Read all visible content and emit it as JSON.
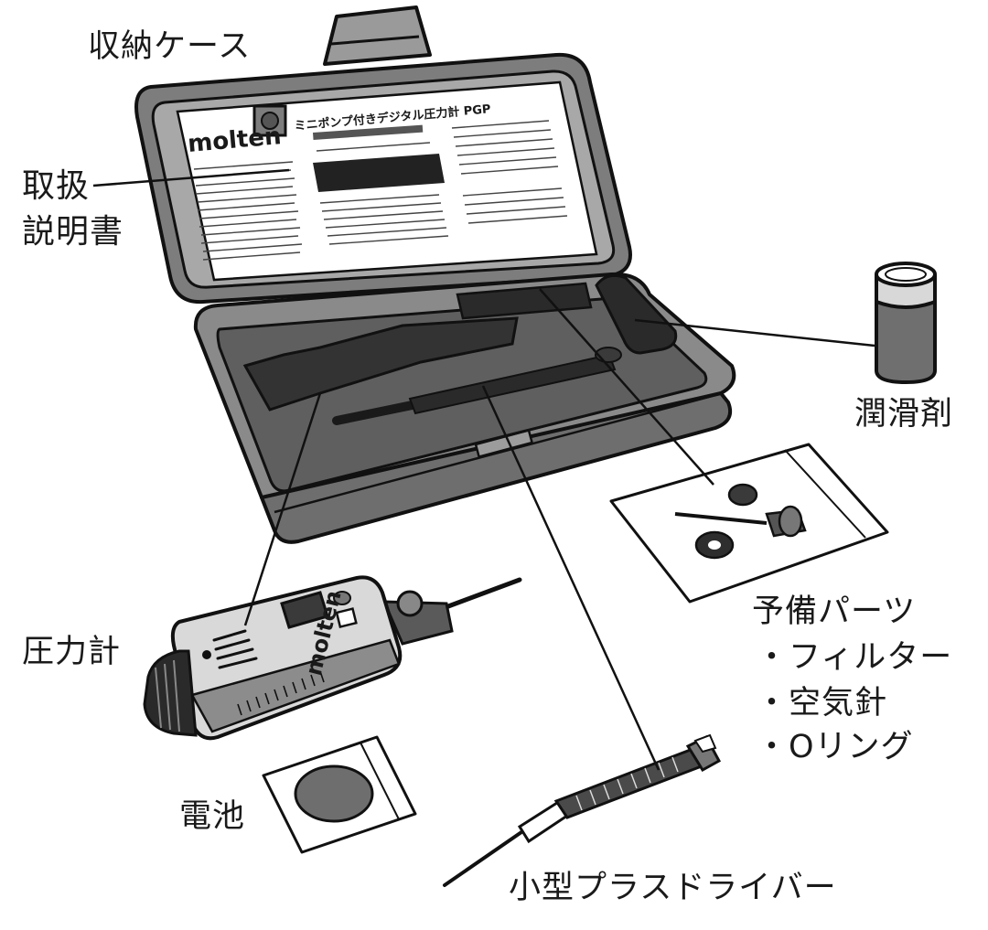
{
  "labels": {
    "storage_case": "収納ケース",
    "manual_line1": "取扱",
    "manual_line2": "説明書",
    "lubricant": "潤滑剤",
    "spare_parts": "予備パーツ",
    "spare_filter": "・フィルター",
    "spare_needle": "・空気針",
    "spare_oring": "・Oリング",
    "pressure_gauge": "圧力計",
    "battery": "電池",
    "screwdriver": "小型プラスドライバー"
  },
  "case_print": {
    "brand": "molten",
    "product_line": "ミニポンプ付きデジタル圧力計 PGP"
  },
  "gauge_print": {
    "brand": "molten"
  }
}
